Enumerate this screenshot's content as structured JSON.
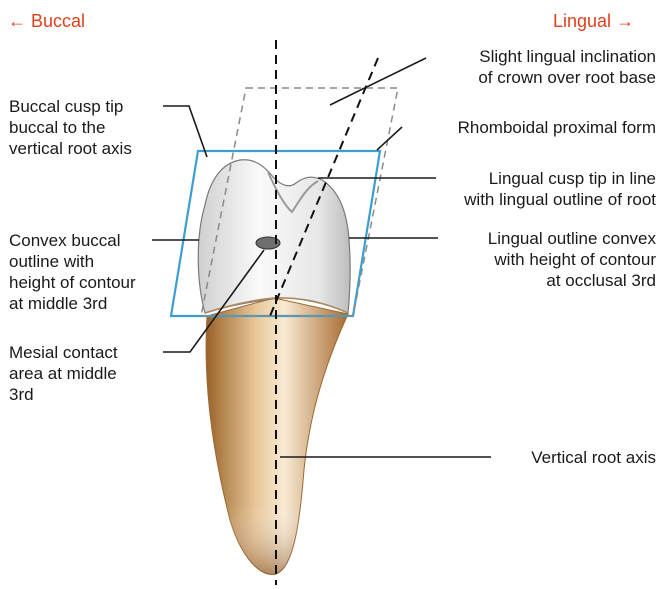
{
  "directions": {
    "left": "← Buccal",
    "right": "Lingual →"
  },
  "labels": {
    "lingual_inclination": [
      "Slight lingual inclination",
      "of crown over root base"
    ],
    "buccal_cusp_tip": [
      "Buccal cusp tip",
      "buccal to the",
      "vertical root axis"
    ],
    "rhomboidal": [
      "Rhomboidal proximal form"
    ],
    "lingual_cusp_tip": [
      "Lingual cusp tip in line",
      "with lingual outline of root"
    ],
    "convex_buccal": [
      "Convex buccal",
      "outline with",
      "height of contour",
      "at middle 3rd"
    ],
    "lingual_outline": [
      "Lingual outline convex",
      "with height of contour",
      "at occlusal 3rd"
    ],
    "mesial_contact": [
      "Mesial contact",
      "area at middle",
      "3rd"
    ],
    "vertical_axis": [
      "Vertical root axis"
    ]
  },
  "colors": {
    "direction_text": "#e0401c",
    "outline_box": "#3a9fd0",
    "root": "#c89258",
    "crown": "#e9e9e9"
  }
}
